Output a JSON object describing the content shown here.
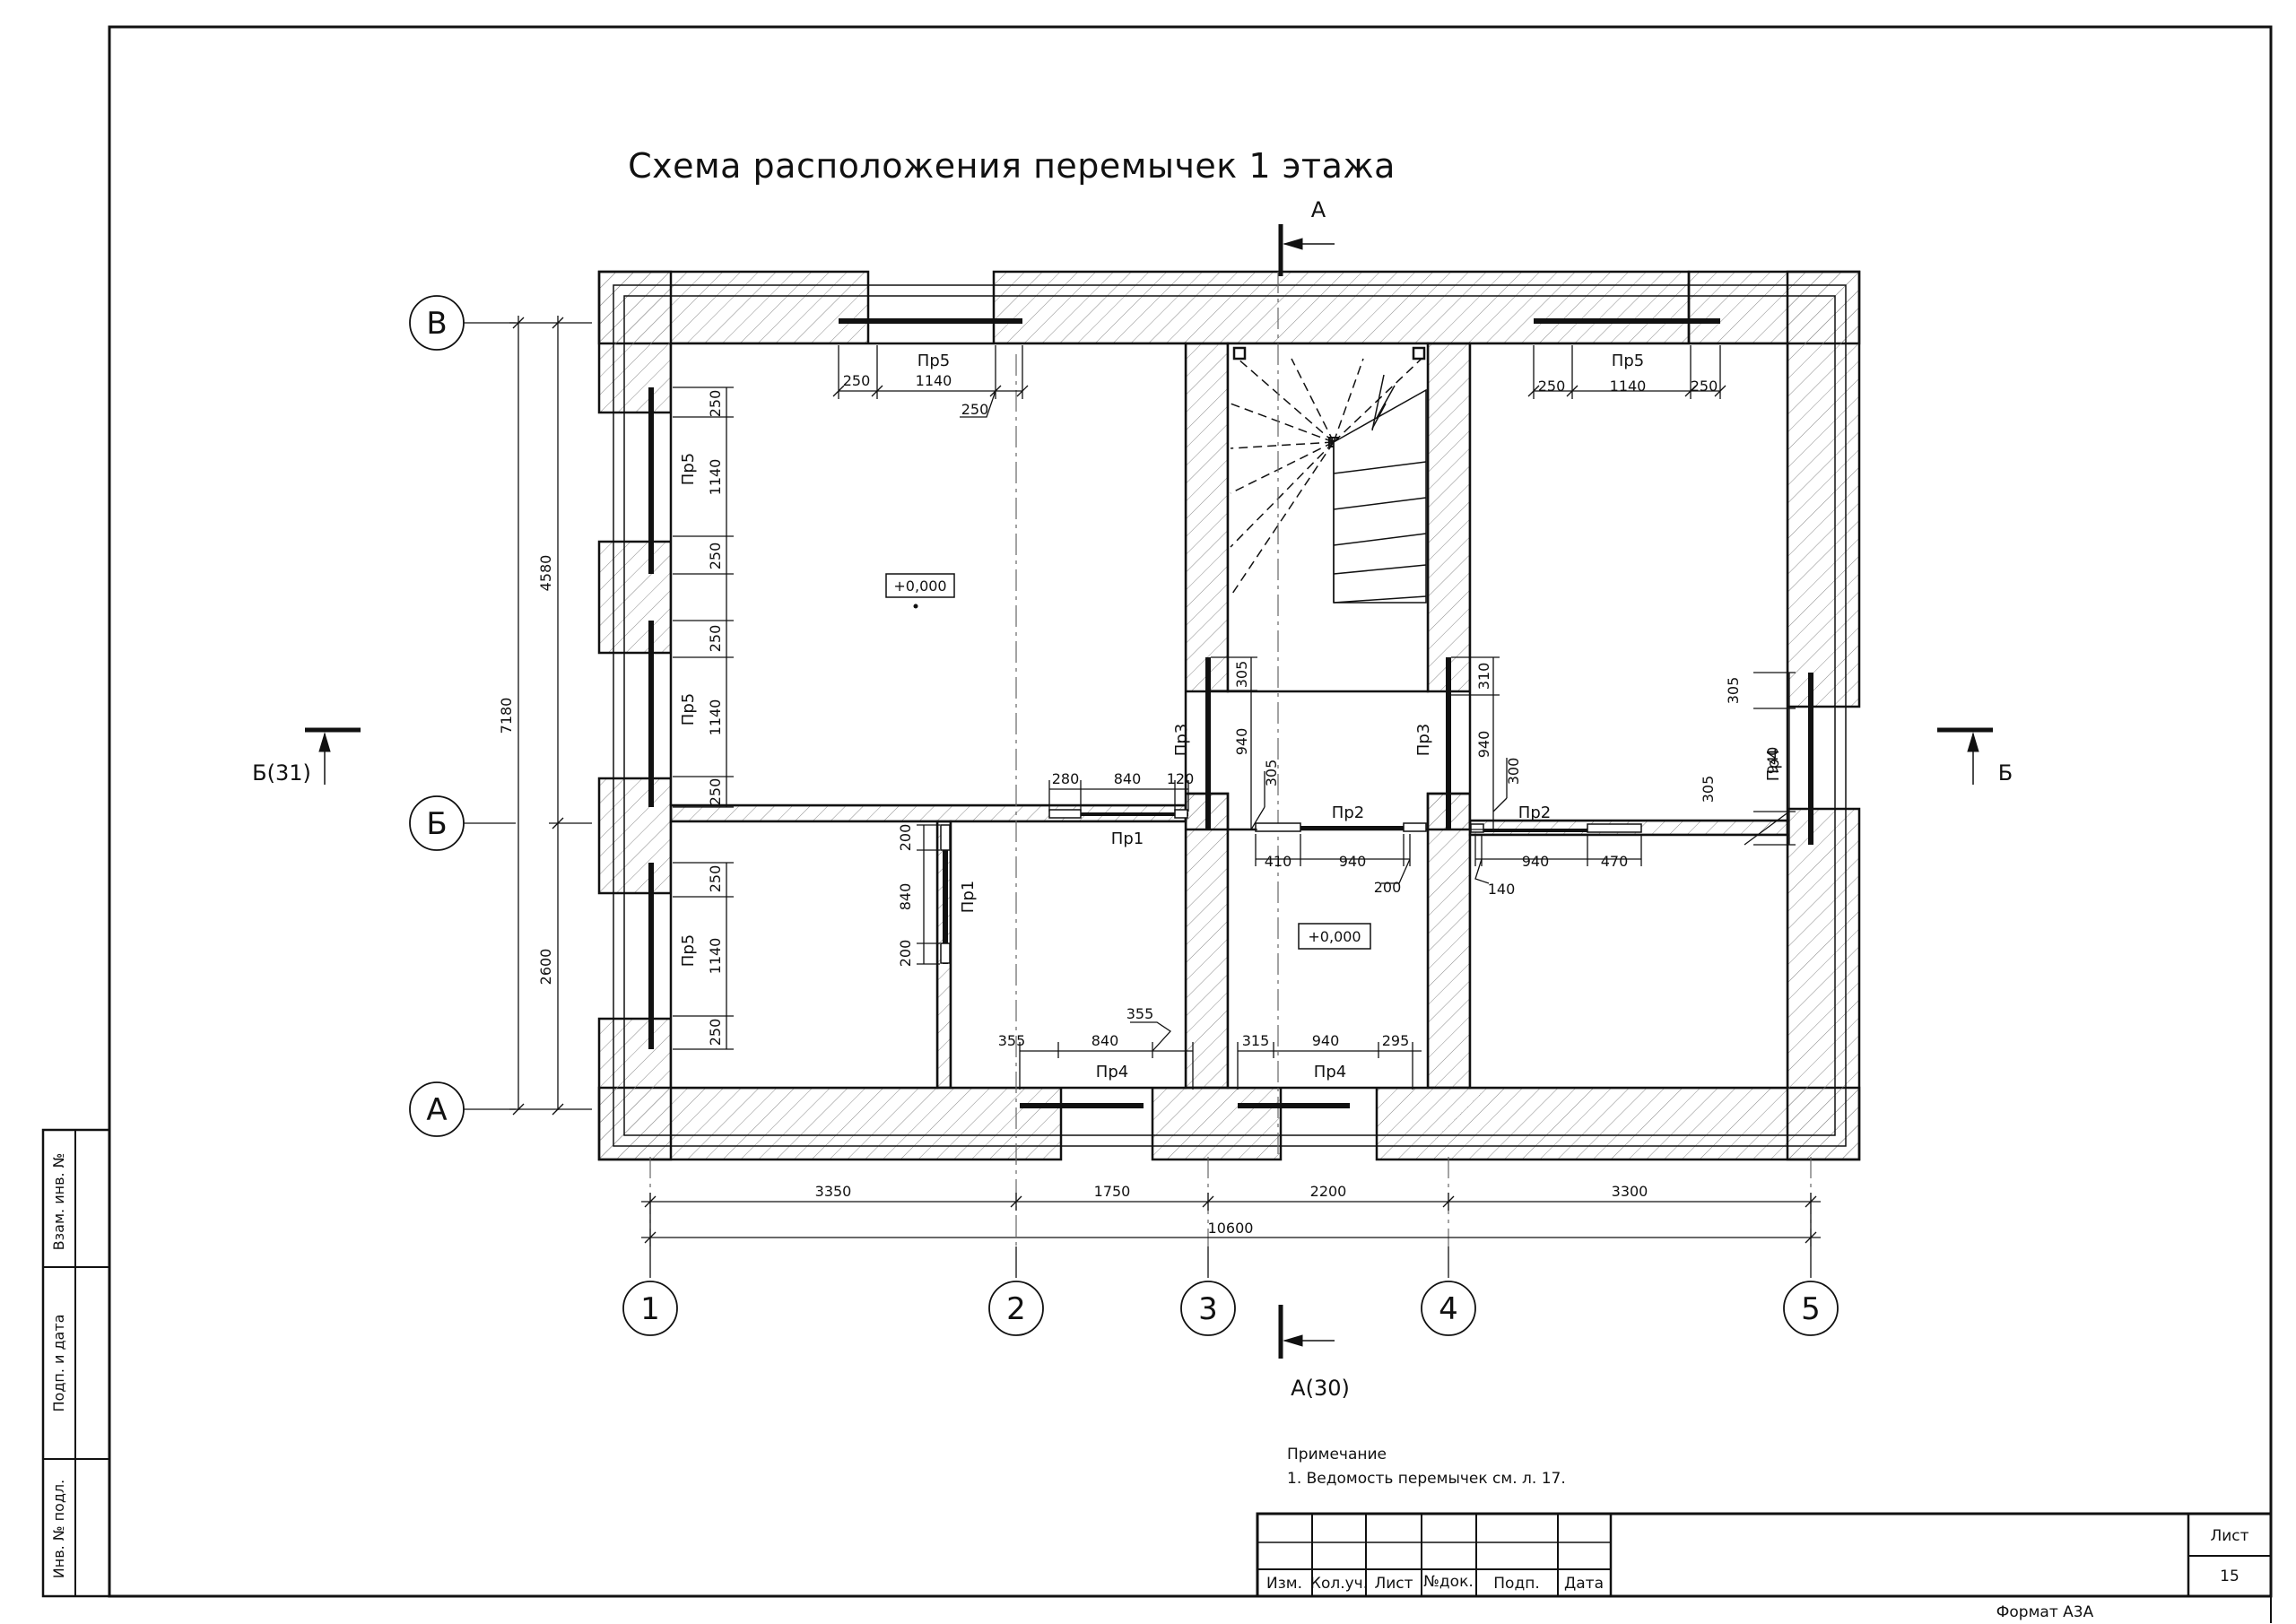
{
  "title": "Схема расположения перемычек 1 этажа",
  "axes_letters": [
    "В",
    "Б",
    "А"
  ],
  "axes_numbers": [
    "1",
    "2",
    "3",
    "4",
    "5"
  ],
  "cuts": {
    "a_top": "А",
    "a_bottom": "А(30)",
    "b_left": "Б(31)",
    "b_right": "Б"
  },
  "dims_bottom": {
    "d12": "3350",
    "d23": "1750",
    "d34": "2200",
    "d45": "3300",
    "total": "10600"
  },
  "dims_left": {
    "vb": "4580",
    "ba": "2600",
    "total": "7180"
  },
  "levels": {
    "room1": "+0,000",
    "room2": "+0,000"
  },
  "lintels": {
    "pr1": "Пр1",
    "pr2": "Пр2",
    "pr3": "Пр3",
    "pr4": "Пр4",
    "pr5": "Пр5"
  },
  "local_dims": {
    "d250": "250",
    "d1140": "1140",
    "d280": "280",
    "d840": "840",
    "d120": "120",
    "d200": "200",
    "d355": "355",
    "d315": "315",
    "d940": "940",
    "d295": "295",
    "d305": "305",
    "d410": "410",
    "d310": "310",
    "d300": "300",
    "d140": "140",
    "d470": "470"
  },
  "note": {
    "heading": "Примечание",
    "line1": "1. Ведомость перемычек см. л. 17."
  },
  "stamp": {
    "izm": "Изм.",
    "kol": "Кол.уч.",
    "list": "Лист",
    "ndok": "№док.",
    "podp": "Подп.",
    "data": "Дата",
    "sheet_label": "Лист",
    "sheet_no": "15"
  },
  "side": {
    "vzam": "Взам. инв. №",
    "podp_data": "Подп. и дата",
    "inv": "Инв. № подл."
  },
  "format": "Формат А3А"
}
